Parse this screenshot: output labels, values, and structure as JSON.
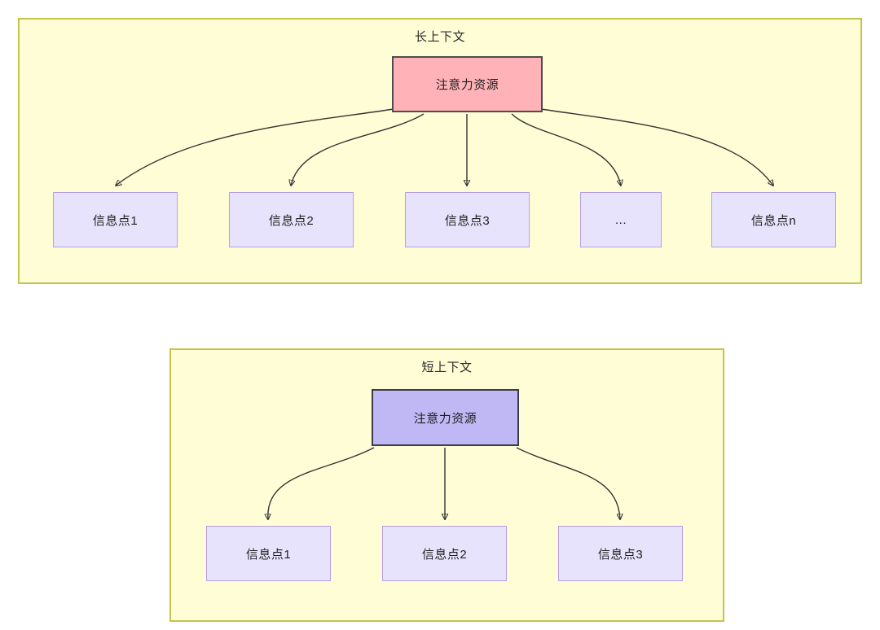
{
  "diagram": {
    "background": "#ffffff",
    "panel_fill": "#FEFDD5",
    "panel_border": "#C4C44A",
    "edge_color": "#333333",
    "panels": [
      {
        "id": "long-context",
        "title": "长上下文",
        "root": {
          "label": "注意力资源",
          "fill": "#FFB3B8",
          "border": "#4D4D4D"
        },
        "children": [
          {
            "label": "信息点1",
            "fill": "#E8E3FC",
            "border": "#B99EE8"
          },
          {
            "label": "信息点2",
            "fill": "#E8E3FC",
            "border": "#B99EE8"
          },
          {
            "label": "信息点3",
            "fill": "#E8E3FC",
            "border": "#B99EE8"
          },
          {
            "label": "...",
            "fill": "#E8E3FC",
            "border": "#B99EE8"
          },
          {
            "label": "信息点n",
            "fill": "#E8E3FC",
            "border": "#B99EE8"
          }
        ]
      },
      {
        "id": "short-context",
        "title": "短上下文",
        "root": {
          "label": "注意力资源",
          "fill": "#BFB8F5",
          "border": "#3C3C46"
        },
        "children": [
          {
            "label": "信息点1",
            "fill": "#E8E3FC",
            "border": "#B99EE8"
          },
          {
            "label": "信息点2",
            "fill": "#E8E3FC",
            "border": "#B99EE8"
          },
          {
            "label": "信息点3",
            "fill": "#E8E3FC",
            "border": "#B99EE8"
          }
        ]
      }
    ]
  }
}
